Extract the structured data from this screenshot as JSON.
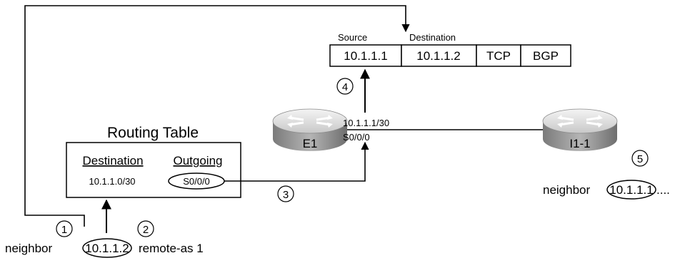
{
  "packet": {
    "source_label": "Source",
    "destination_label": "Destination",
    "fields": [
      "10.1.1.1",
      "10.1.1.2",
      "TCP",
      "BGP"
    ]
  },
  "routing_table": {
    "title": "Routing Table",
    "col_destination": "Destination",
    "col_outgoing": "Outgoing",
    "row_destination": "10.1.1.0/30",
    "row_outgoing": "S0/0/0"
  },
  "routers": {
    "e1": {
      "name": "E1",
      "ip": "10.1.1.1/30",
      "interface": "S0/0/0"
    },
    "i1": {
      "name": "I1-1"
    }
  },
  "steps": [
    "1",
    "2",
    "3",
    "4",
    "5"
  ],
  "commands": {
    "left_prefix": "neighbor",
    "left_ip": "10.1.1.2",
    "left_suffix": "remote-as 1",
    "right_prefix": "neighbor",
    "right_ip": "10.1.1.1",
    "right_suffix": "...."
  },
  "colors": {
    "router_top": "#e6e6e6",
    "router_side": "#8c8c8c",
    "arrow": "#000000"
  }
}
